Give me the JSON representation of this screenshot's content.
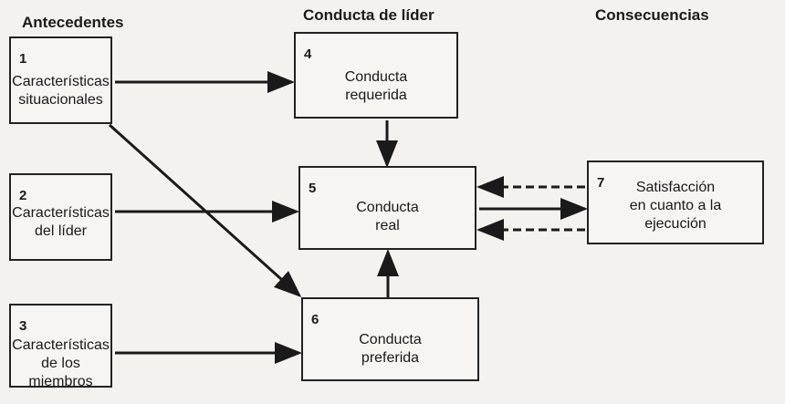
{
  "headers": {
    "antecedents": "Antecedentes",
    "leader_behavior": "Conducta de líder",
    "consequences": "Consecuencias"
  },
  "boxes": {
    "b1": {
      "number": "1",
      "line1": "Características",
      "line2": "situacionales"
    },
    "b2": {
      "number": "2",
      "line1": "Características",
      "line2": "del líder"
    },
    "b3": {
      "number": "3",
      "line1": "Características",
      "line2": "de los miembros"
    },
    "b4": {
      "number": "4",
      "line1": "Conducta",
      "line2": "requerida"
    },
    "b5": {
      "number": "5",
      "line1": "Conducta",
      "line2": "real"
    },
    "b6": {
      "number": "6",
      "line1": "Conducta",
      "line2": "preferida"
    },
    "b7": {
      "number": "7",
      "line1": "Satisfacción",
      "line2": "en cuanto a la",
      "line3": "ejecución"
    }
  },
  "colors": {
    "ink": "#1a1a1a",
    "paper": "#f3f2ee"
  }
}
